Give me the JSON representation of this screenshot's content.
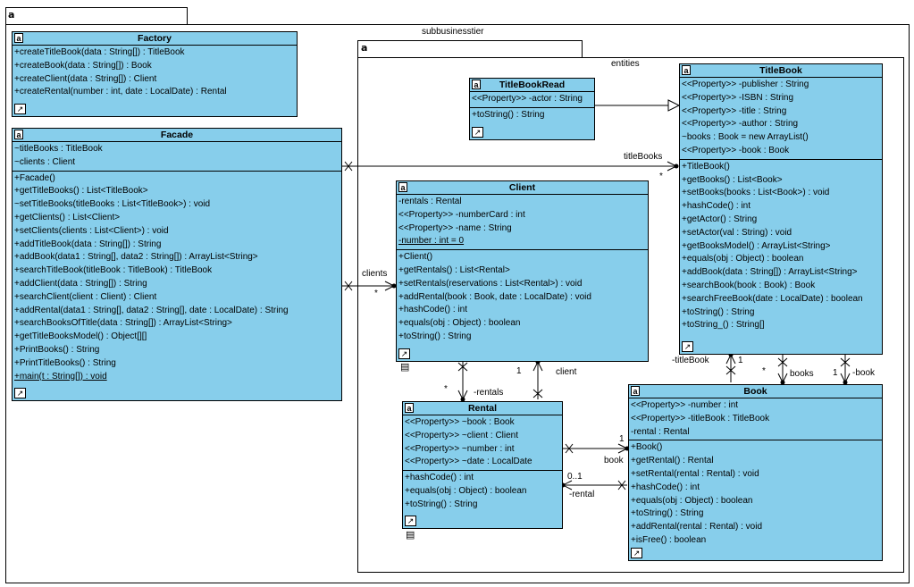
{
  "packages": {
    "outer": {
      "icon": "package-icon",
      "name": ""
    },
    "subbusinesstier": {
      "name": "subbusinesstier"
    },
    "entities": {
      "name": "entities"
    }
  },
  "classes": {
    "factory": {
      "name": "Factory",
      "attributes": [],
      "operations": [
        "+createTitleBook(data : String[]) : TitleBook",
        "+createBook(data : String[]) : Book",
        "+createClient(data : String[]) : Client",
        "+createRental(number : int, date : LocalDate) : Rental"
      ]
    },
    "facade": {
      "name": "Facade",
      "attributes": [
        "~titleBooks : TitleBook",
        "~clients : Client"
      ],
      "operations": [
        "+Facade()",
        "+getTitleBooks() : List<TitleBook>",
        "~setTitleBooks(titleBooks : List<TitleBook>) : void",
        "+getClients() : List<Client>",
        "+setClients(clients : List<Client>) : void",
        "+addTitleBook(data : String[]) : String",
        "+addBook(data1 : String[], data2 : String[]) : ArrayList<String>",
        "+searchTitleBook(titleBook : TitleBook) : TitleBook",
        "+addClient(data : String[]) : String",
        "+searchClient(client : Client) : Client",
        "+addRental(data1 : String[], data2 : String[], date : LocalDate) : String",
        "+searchBooksOfTitle(data : String[]) : ArrayList<String>",
        "+getTitleBooksModel() : Object[][]",
        "+PrintBooks() : String",
        "+PrintTitleBooks() : String",
        "+main(t : String[]) : void"
      ]
    },
    "titleBookRead": {
      "name": "TitleBookRead",
      "attributes": [
        "<<Property>> -actor : String"
      ],
      "operations": [
        "+toString() : String"
      ]
    },
    "titleBook": {
      "name": "TitleBook",
      "attributes": [
        "<<Property>> -publisher : String",
        "<<Property>> -ISBN : String",
        "<<Property>> -title : String",
        "<<Property>> -author : String",
        "~books : Book = new ArrayList()",
        "<<Property>> -book : Book"
      ],
      "operations": [
        "+TitleBook()",
        "+getBooks() : List<Book>",
        "+setBooks(books : List<Book>) : void",
        "+hashCode() : int",
        "+getActor() : String",
        "+setActor(val : String) : void",
        "+getBooksModel() : ArrayList<String>",
        "+equals(obj : Object) : boolean",
        "+addBook(data : String[]) : ArrayList<String>",
        "+searchBook(book : Book) : Book",
        "+searchFreeBook(date : LocalDate) : boolean",
        "+toString() : String",
        "+toString_() : String[]"
      ]
    },
    "client": {
      "name": "Client",
      "attributes": [
        "-rentals : Rental",
        "<<Property>> -numberCard : int",
        "<<Property>> -name : String",
        "-number : int = 0"
      ],
      "operations": [
        "+Client()",
        "+getRentals() : List<Rental>",
        "+setRentals(reservations : List<Rental>) : void",
        "+addRental(book : Book, date : LocalDate) : void",
        "+hashCode() : int",
        "+equals(obj : Object) : boolean",
        "+toString() : String"
      ]
    },
    "rental": {
      "name": "Rental",
      "attributes": [
        "<<Property>> ~book : Book",
        "<<Property>> ~client : Client",
        "<<Property>> ~number : int",
        "<<Property>> ~date : LocalDate"
      ],
      "operations": [
        "+hashCode() : int",
        "+equals(obj : Object) : boolean",
        "+toString() : String"
      ]
    },
    "book": {
      "name": "Book",
      "attributes": [
        "<<Property>> -number : int",
        "<<Property>> -titleBook : TitleBook",
        "-rental : Rental"
      ],
      "operations": [
        "+Book()",
        "+getRental() : Rental",
        "+setRental(rental : Rental) : void",
        "+hashCode() : int",
        "+equals(obj : Object) : boolean",
        "+toString() : String",
        "+addRental(rental : Rental) : void",
        "+isFree() : boolean"
      ]
    }
  },
  "labels": {
    "titleBooks": "titleBooks",
    "titleBooksMult": "*",
    "clients": "clients",
    "clientsMult": "*",
    "titleBookRole": "-titleBook",
    "one1": "1",
    "star1": "*",
    "books": "books",
    "one2": "1",
    "bookRole": "-book",
    "star2": "*",
    "rentals": "-rentals",
    "one3": "1",
    "clientRole": "client",
    "one4": "1",
    "bookAssoc": "book",
    "zeroOne": "0..1",
    "rentalRole": "-rental"
  },
  "colors": {
    "classFill": "#87ceeb",
    "line": "#000000"
  }
}
